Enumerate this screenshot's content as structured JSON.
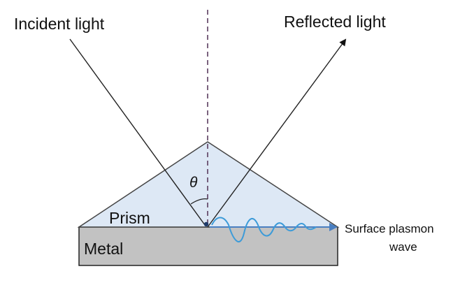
{
  "labels": {
    "incident": "Incident light",
    "reflected": "Reflected light",
    "theta": "θ",
    "prism": "Prism",
    "metal": "Metal",
    "surface_line1": "Surface plasmon",
    "surface_line2": "wave"
  },
  "colors": {
    "prism_fill": "#dde8f5",
    "metal_fill": "#c2c2c2",
    "normal_line": "#5a3c5e",
    "wave": "#3d9bd8",
    "arrow_accent": "#4a7fc1",
    "rays": "#222222"
  }
}
